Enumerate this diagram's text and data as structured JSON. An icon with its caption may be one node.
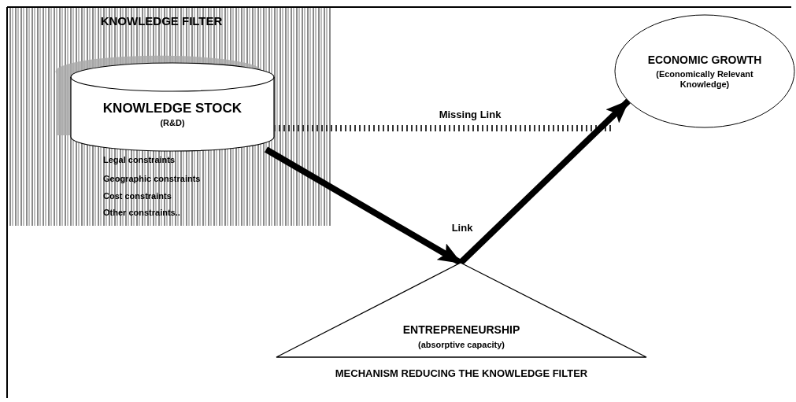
{
  "diagram": {
    "nodes": [
      {
        "text": [
          "KNOWLEDGE FILTER"
        ]
      },
      {
        "text": [
          "KNOWLEDGE STOCK",
          "(R&D)"
        ],
        "in": 0
      },
      {
        "text": [
          "ECONOMIC GROWTH",
          "(Economically Relevant Knowledge)"
        ]
      },
      {
        "text": [
          "ENTREPRENEURSHIP",
          "(absorptive capacity)"
        ],
        "beside": [
          "MECHANISM REDUCING THE KNOWLEDGE FILTER"
        ]
      }
    ],
    "edges": [
      {
        "from": 1,
        "to": 2,
        "arrow": "none",
        "label": "Missing Link",
        "style": "dashed"
      },
      {
        "from": 1,
        "to": 3,
        "arrow": "to"
      },
      {
        "from": 3,
        "to": 2,
        "arrow": "to",
        "label": "Link"
      }
    ],
    "labels": [
      "Legal constraints",
      "Geographic constraints",
      "Cost constraints",
      "Other constraints.."
    ]
  }
}
